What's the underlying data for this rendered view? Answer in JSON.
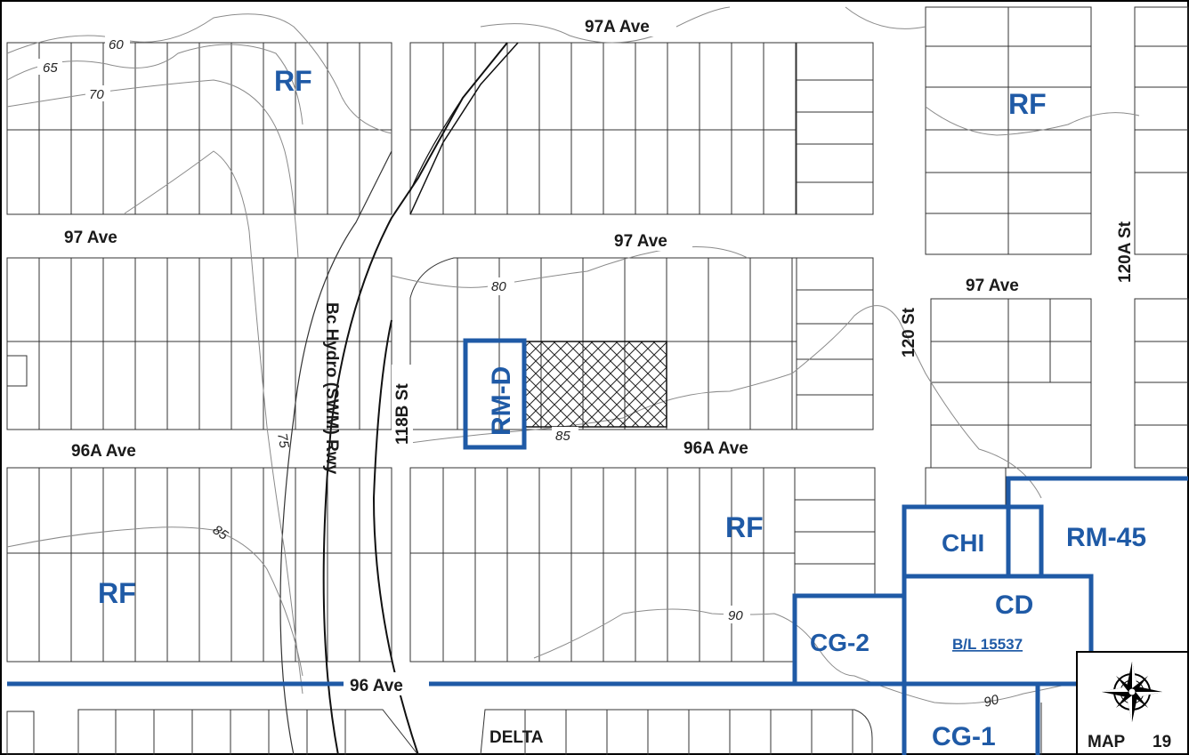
{
  "streets": {
    "ave_97a": "97A Ave",
    "ave_97_left": "97 Ave",
    "ave_97_mid": "97 Ave",
    "ave_97_right": "97 Ave",
    "ave_96a_left": "96A Ave",
    "ave_96a_mid": "96A Ave",
    "ave_96": "96 Ave",
    "st_118b": "118B St",
    "st_120": "120 St",
    "st_120a": "120A St",
    "railway": "Bc Hydro (SWM) Rwy"
  },
  "zones": {
    "rf_top_left": "RF",
    "rf_top_right": "RF",
    "rf_bottom_left": "RF",
    "rf_bottom_mid": "RF",
    "rm_d": "RM-D",
    "chi": "CHI",
    "rm_45": "RM-45",
    "cd": "CD",
    "cd_bylaw": "B/L 15537",
    "cg_2": "CG-2",
    "cg_1": "CG-1"
  },
  "places": {
    "delta": "DELTA"
  },
  "contours": {
    "c60": "60",
    "c65": "65",
    "c70": "70",
    "c75": "75",
    "c80": "80",
    "c85a": "85",
    "c85b": "85",
    "c90a": "90",
    "c90b": "90"
  },
  "map_label": {
    "map": "MAP",
    "number": "19"
  },
  "colors": {
    "zoning": "#1f5aa6",
    "lot_lines": "#333333",
    "contours": "#8a8a8a"
  },
  "icons": {
    "north_arrow": "compass-rose-icon"
  }
}
